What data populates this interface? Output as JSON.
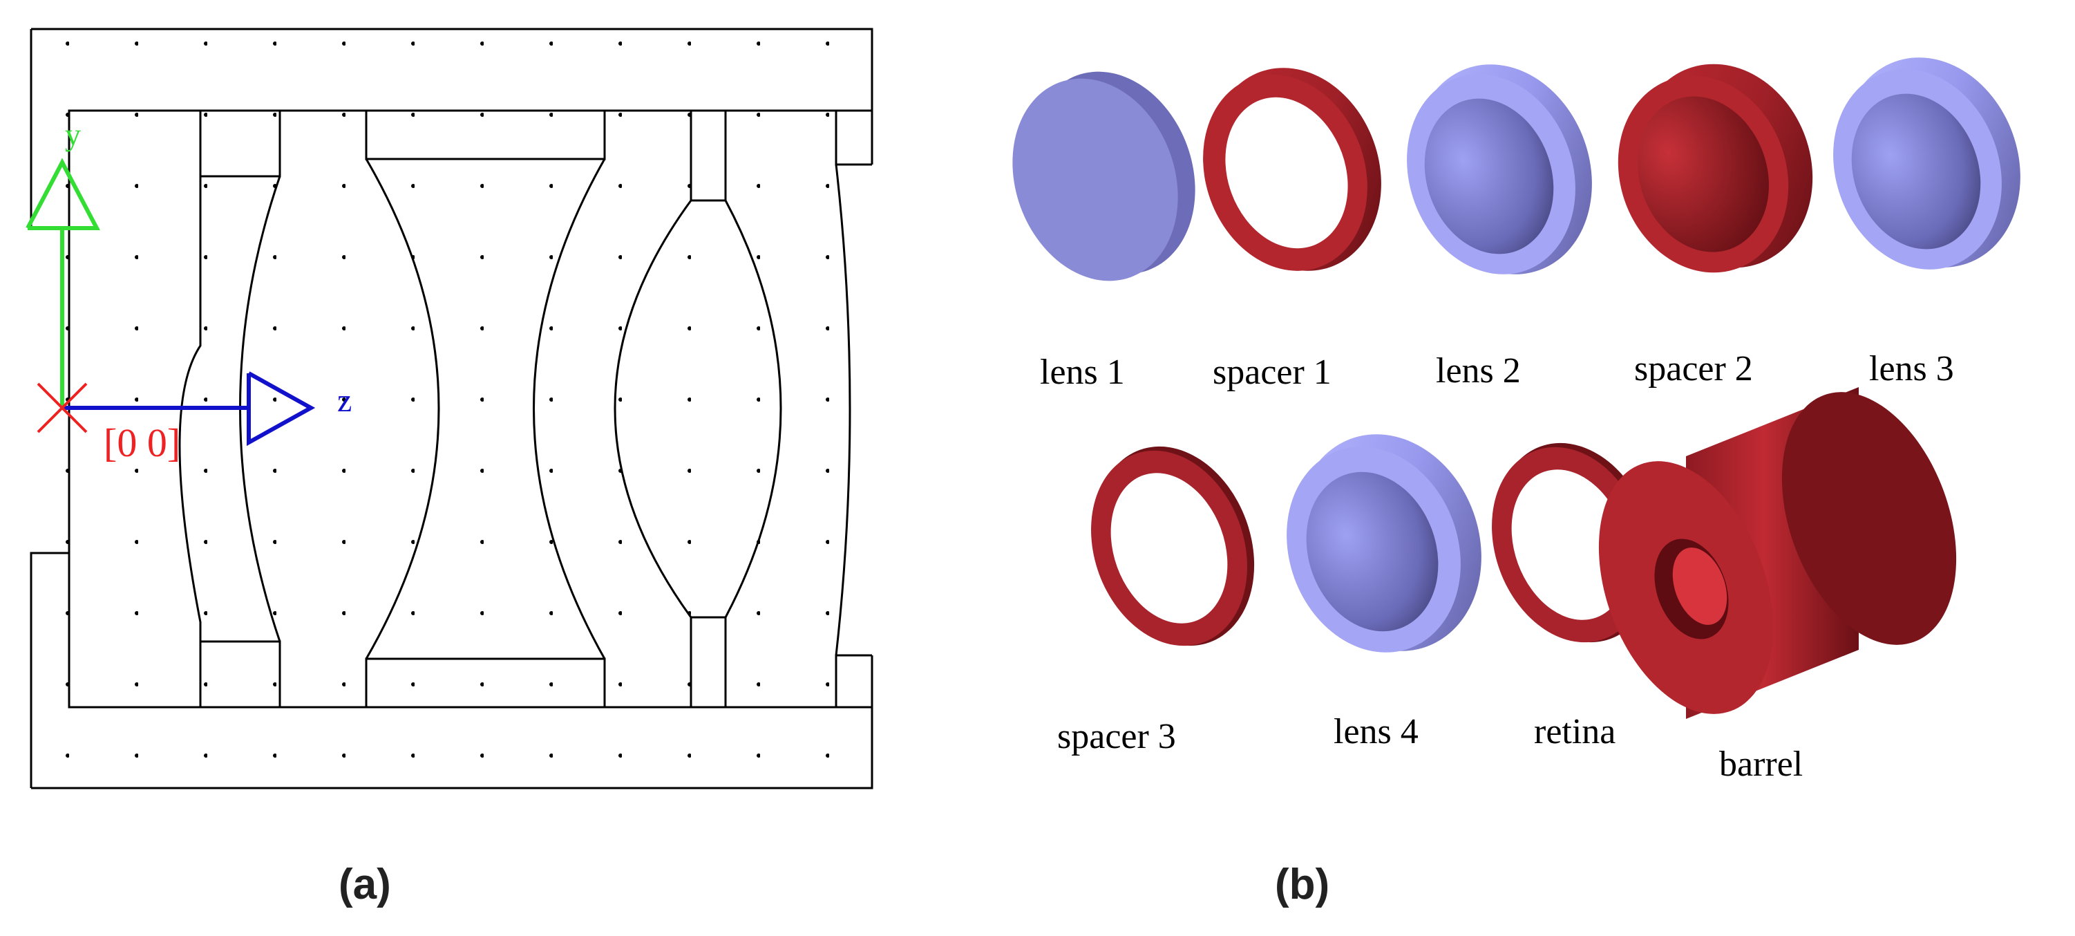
{
  "panel_a": {
    "caption": "(a)",
    "axis_y_label": "y",
    "axis_z_label": "z",
    "origin_label": "[0 0]",
    "colors": {
      "y_axis": "#33dd33",
      "z_axis": "#1111cc",
      "origin": "#ee2222",
      "outline": "#000000"
    }
  },
  "panel_b": {
    "caption": "(b)",
    "parts": [
      {
        "label": "lens 1",
        "kind": "disc"
      },
      {
        "label": "spacer 1",
        "kind": "ring"
      },
      {
        "label": "lens 2",
        "kind": "cup"
      },
      {
        "label": "spacer 2",
        "kind": "ring"
      },
      {
        "label": "lens 3",
        "kind": "cup"
      },
      {
        "label": "spacer 3",
        "kind": "ring"
      },
      {
        "label": "lens 4",
        "kind": "cup"
      },
      {
        "label": "retina",
        "kind": "ring"
      },
      {
        "label": "barrel",
        "kind": "cylinder"
      }
    ],
    "colors": {
      "lens": "#9e9ff0",
      "spacer": "#a52028"
    }
  }
}
